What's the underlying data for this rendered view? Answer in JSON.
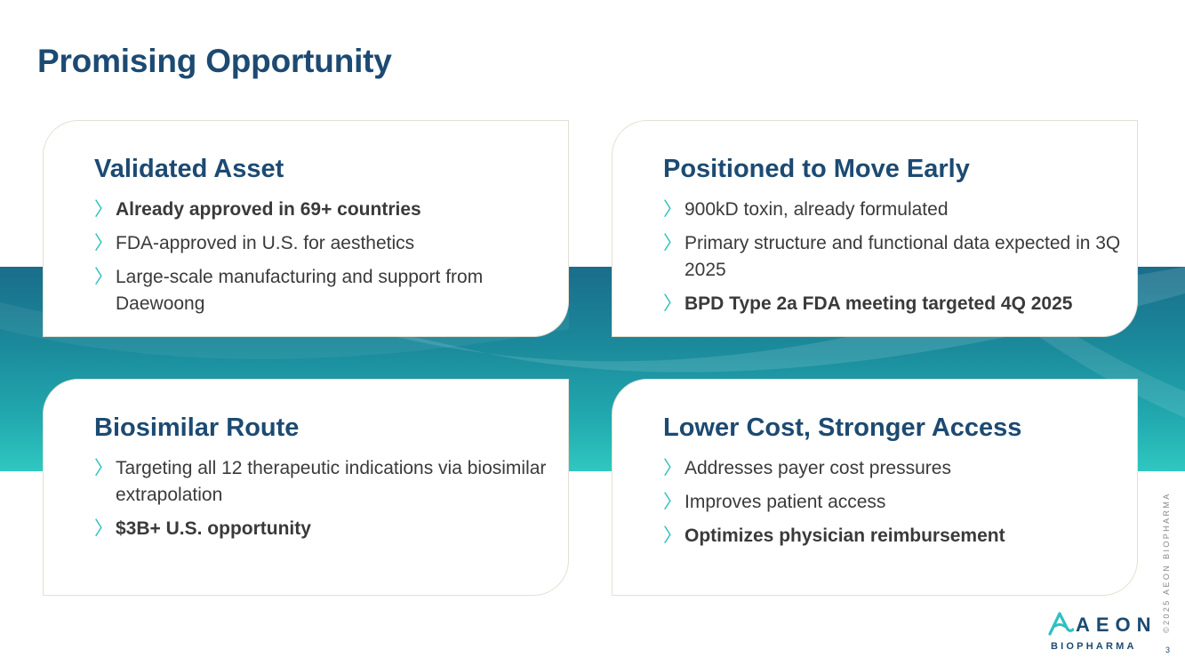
{
  "page": {
    "title": "Promising Opportunity",
    "page_number": "3"
  },
  "colors": {
    "heading": "#1c4a72",
    "accent": "#2fc0bf",
    "body_text": "#3a3a3a"
  },
  "cards": [
    {
      "heading": "Validated Asset",
      "bullets": [
        {
          "text": "Already approved in 69+ countries",
          "bold": true
        },
        {
          "text": "FDA-approved in U.S. for aesthetics",
          "bold": false
        },
        {
          "text": "Large-scale manufacturing and support from Daewoong",
          "bold": false
        }
      ]
    },
    {
      "heading": "Positioned to Move Early",
      "bullets": [
        {
          "text": "900kD toxin, already formulated",
          "bold": false
        },
        {
          "text": "Primary structure and functional data expected in 3Q 2025",
          "bold": false
        },
        {
          "text": "BPD Type 2a FDA meeting targeted 4Q 2025",
          "bold": true
        }
      ]
    },
    {
      "heading": "Biosimilar Route",
      "bullets": [
        {
          "text": "Targeting all 12 therapeutic indications via biosimilar extrapolation",
          "bold": false
        },
        {
          "text": "$3B+ U.S. opportunity",
          "bold": true
        }
      ]
    },
    {
      "heading": "Lower Cost, Stronger Access",
      "bullets": [
        {
          "text": "Addresses payer cost pressures",
          "bold": false
        },
        {
          "text": "Improves patient access",
          "bold": false
        },
        {
          "text": "Optimizes physician reimbursement",
          "bold": true
        }
      ]
    }
  ],
  "bullet_icon": "chevron-right-icon",
  "bullet_glyph": "〉",
  "logo": {
    "name": "AEON",
    "subtitle": "BIOPHARMA",
    "icon": "aeon-logo-mark-icon"
  },
  "copyright": "©2025 AEON BIOPHARMA"
}
